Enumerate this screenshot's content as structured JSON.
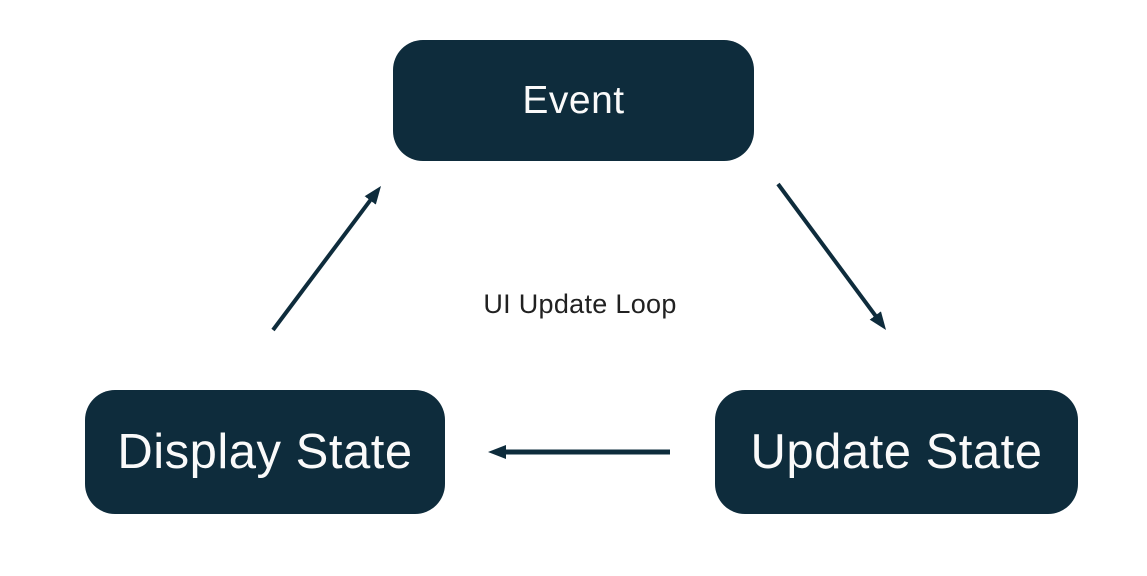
{
  "diagram": {
    "title": "UI Update Loop",
    "nodes": [
      {
        "id": "event",
        "label": "Event",
        "position": "top-center"
      },
      {
        "id": "display-state",
        "label": "Display State",
        "position": "bottom-left"
      },
      {
        "id": "update-state",
        "label": "Update State",
        "position": "bottom-right"
      }
    ],
    "edges": [
      {
        "from": "event",
        "to": "update-state",
        "direction": "down-right"
      },
      {
        "from": "update-state",
        "to": "display-state",
        "direction": "left"
      },
      {
        "from": "display-state",
        "to": "event",
        "direction": "up-right"
      }
    ],
    "colors": {
      "node_fill": "#0e2c3c",
      "node_text": "#fafafa",
      "arrow": "#0e2c3c",
      "center_label_text": "#212121",
      "background": "#ffffff"
    }
  }
}
